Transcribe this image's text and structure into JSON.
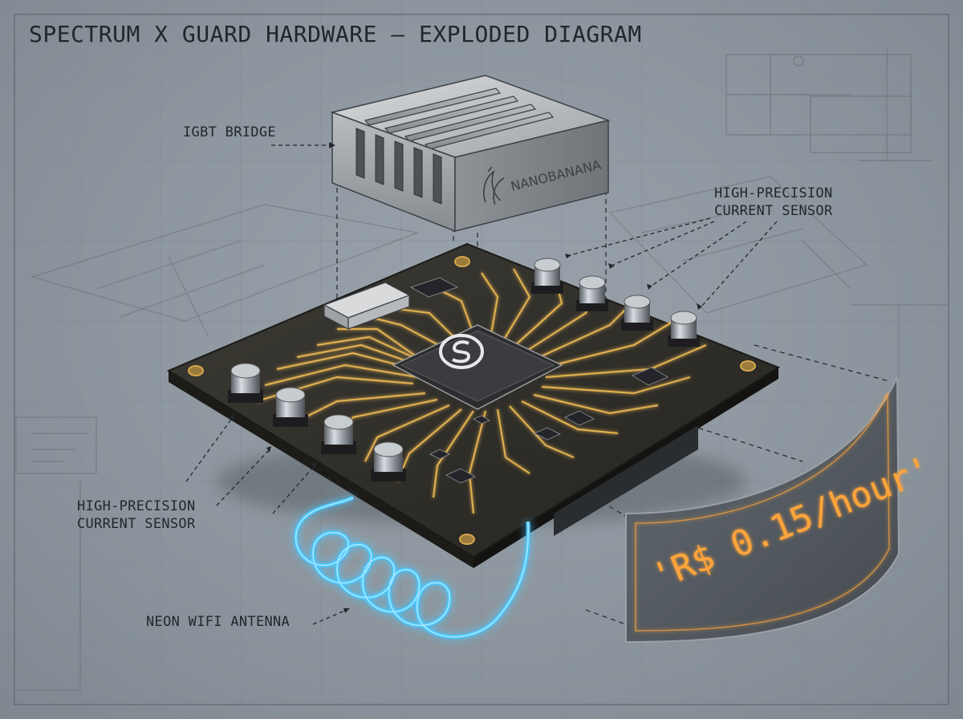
{
  "title": "SPECTRUM X GUARD HARDWARE – EXPLODED DIAGRAM",
  "labels": {
    "igbt_bridge": "IGBT BRIDGE",
    "sensor_right_line1": "HIGH-PRECISION",
    "sensor_right_line2": "CURRENT SENSOR",
    "sensor_left_line1": "HIGH-PRECISION",
    "sensor_left_line2": "CURRENT SENSOR",
    "antenna": "NEON WIFI ANTENNA"
  },
  "heatsink_brand": "NANOBANANA",
  "display_price": "'R$ 0.15/hour'",
  "colors": {
    "trace_gold": "#e8b552",
    "antenna_neon": "#48c8ff",
    "display_orange": "#ffa53a",
    "board_dark": "#2d2b26"
  }
}
